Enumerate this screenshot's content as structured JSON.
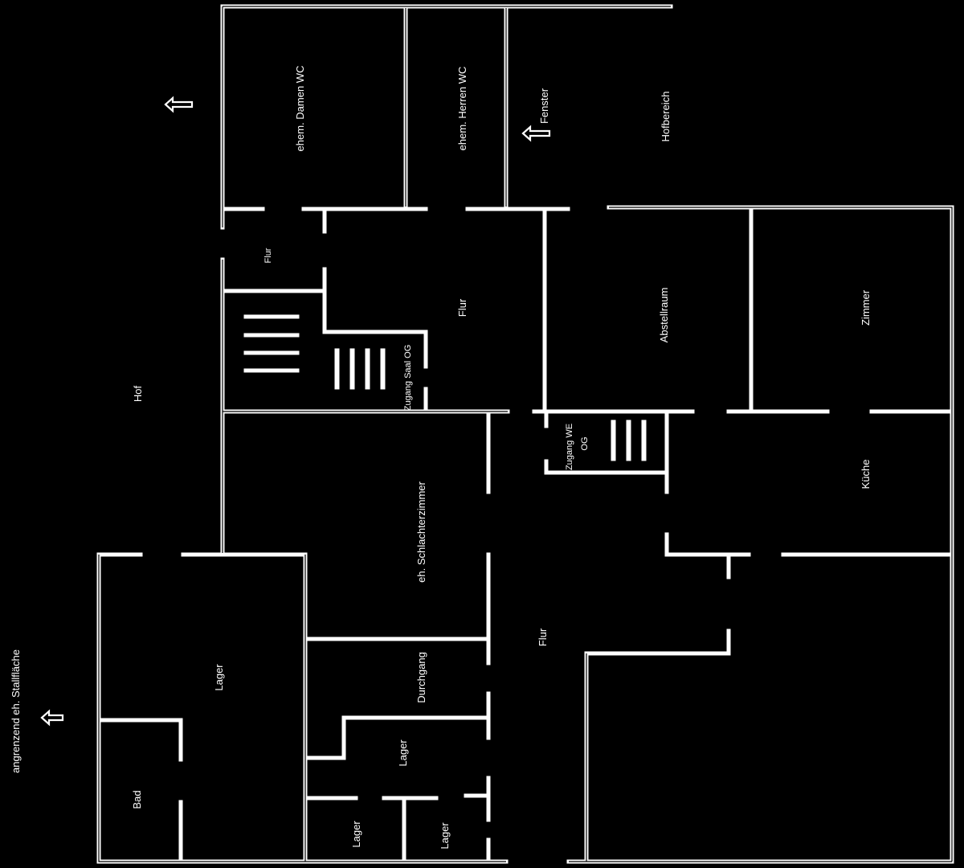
{
  "rooms": {
    "ehem_damen_wc": "ehem. Damen WC",
    "ehem_herren_wc": "ehem. Herren WC",
    "fenster": "Fenster",
    "hofbereich": "Hofbereich",
    "flur_small": "Flur",
    "flur_upper": "Flur",
    "abstellraum": "Abstellraum",
    "zimmer": "Zimmer",
    "hof": "Hof",
    "zugang_saal_og": "Zugang Saal OG",
    "zugang_we": "Zugang WE",
    "og": "OG",
    "kueche": "Küche",
    "schlachterzimmer": "eh. Schlachterzimmer",
    "flur_main": "Flur",
    "lager_main": "Lager",
    "durchgang": "Durchgang",
    "lager_mid": "Lager",
    "lager_bottom_left": "Lager",
    "lager_bottom_right": "Lager",
    "bad": "Bad",
    "angrenzend": "angrenzend eh. Stallfläche"
  },
  "icons": {
    "arrow_top": "up-arrow-icon",
    "arrow_fenster": "up-arrow-icon",
    "arrow_left": "up-arrow-icon"
  },
  "colors": {
    "background": "#000000",
    "walls": "#ffffff"
  }
}
